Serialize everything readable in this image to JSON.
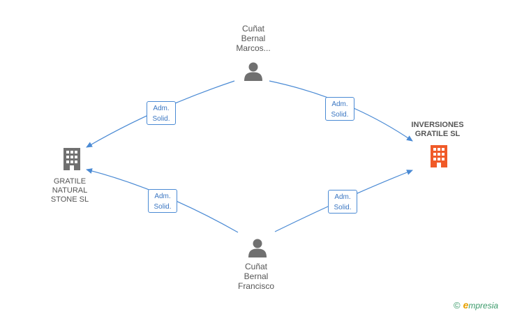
{
  "nodes": {
    "person_marcos": {
      "label": "Cuñat\nBernal\nMarcos..."
    },
    "person_francisco": {
      "label": "Cuñat\nBernal\nFrancisco"
    },
    "company_gratile": {
      "label": "GRATILE\nNATURAL\nSTONE SL"
    },
    "company_inversiones": {
      "label": "INVERSIONES\nGRATILE SL"
    }
  },
  "edges": [
    {
      "label": "Adm.\nSolid."
    },
    {
      "label": "Adm.\nSolid."
    },
    {
      "label": "Adm.\nSolid."
    },
    {
      "label": "Adm.\nSolid."
    }
  ],
  "colors": {
    "edge": "#4a8ad4",
    "person_icon": "#707070",
    "company_icon": "#707070",
    "focus_company_icon": "#f05a28"
  },
  "brand": {
    "copyright": "©",
    "initial": "e",
    "name": "mpresia"
  }
}
